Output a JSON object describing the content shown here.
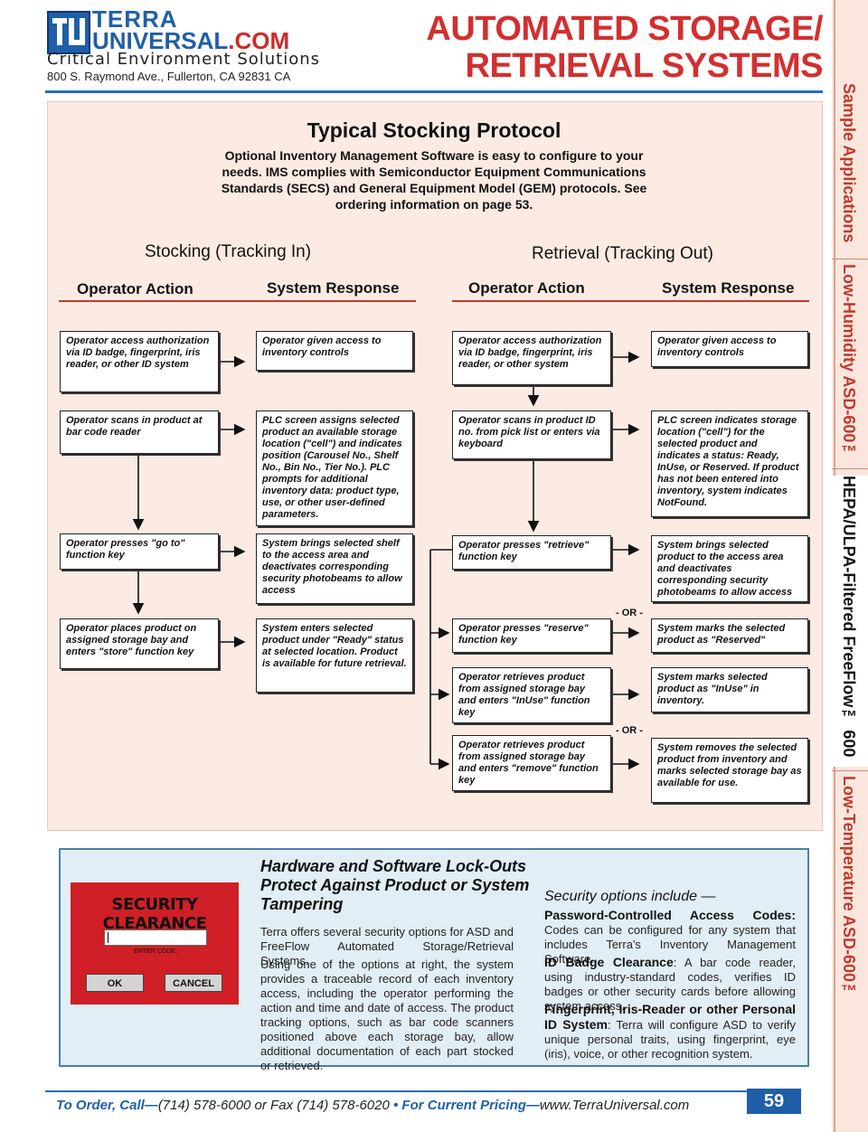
{
  "header": {
    "brand_line1": "TERRA",
    "brand_line2": "UNIVERSAL",
    "brand_dotcom": ".COM",
    "tagline": "Critical Environment Solutions",
    "address": "800 S. Raymond Ave., Fullerton, CA 92831 CA",
    "title_line1": "AUTOMATED STORAGE/",
    "title_line2": "RETRIEVAL SYSTEMS"
  },
  "side_tabs": [
    {
      "label": "Sample Applications",
      "color": "#c0392b"
    },
    {
      "label": "Low-Humidity ASD-600™",
      "color": "#c0392b"
    },
    {
      "label": "HEPA/ULPA-Filtered FreeFlow™ 600",
      "color": "#111111"
    },
    {
      "label": "Low-Temperature ASD-600™",
      "color": "#c0392b"
    }
  ],
  "protocol": {
    "title": "Typical Stocking Protocol",
    "description": "Optional Inventory Management Software is easy to configure to your needs. IMS complies with Semiconductor Equipment Communications Standards (SECS) and General Equipment Model (GEM) protocols. See ordering information on page 53.",
    "stocking_head": "Stocking (Tracking In)",
    "retrieval_head": "Retrieval (Tracking Out)",
    "col_operator": "Operator Action",
    "col_system": "System Response",
    "or_label": "- OR -",
    "stocking_ops": [
      "Operator access authorization via ID badge, fingerprint, iris reader, or other ID system",
      "Operator scans in product at bar code reader",
      "Operator presses \"go to\" function key",
      "Operator places product on assigned storage bay and enters \"store\" function key"
    ],
    "stocking_sys": [
      "Operator given access to inventory controls",
      "PLC screen assigns selected product an available storage location (\"cell\") and indicates position (Carousel No., Shelf No., Bin No., Tier No.). PLC prompts for additional inventory data: product type, use, or other user-defined parameters.",
      "System brings selected shelf to the access area and deactivates corresponding security photobeams to allow access",
      "System enters selected product under \"Ready\" status at selected location. Product is available for future retrieval."
    ],
    "retrieval_ops": [
      "Operator access authorization via ID badge, fingerprint, iris reader, or other system",
      "Operator scans in product ID no. from pick list or enters via keyboard",
      "Operator presses \"retrieve\" function key",
      "Operator presses \"reserve\" function key",
      "Operator retrieves product from assigned storage bay and enters \"InUse\" function key",
      "Operator retrieves product from assigned storage bay and enters \"remove\" function key"
    ],
    "retrieval_sys": [
      "Operator given access to inventory controls",
      "PLC screen indicates storage location (\"cell\") for the selected product and indicates a status: Ready, InUse, or Reserved. If product has not been entered into inventory, system indicates NotFound.",
      "System brings selected product to the access area and deactivates corresponding security photobeams to allow access",
      "System marks the selected product as \"Reserved\"",
      "System marks selected product as \"InUse\" in inventory.",
      "System removes the selected product from inventory and marks selected storage bay as available for use."
    ]
  },
  "security": {
    "widget_title": "SECURITY CLEARANCE",
    "input_label": "ENTER CODE:",
    "ok_label": "OK",
    "cancel_label": "CANCEL",
    "headline": "Hardware and Software Lock-Outs Protect Against Product or System Tampering",
    "para1": "Terra offers several security options for ASD and FreeFlow Automated Storage/Retrieval Systems.",
    "para2": "Using one of the options at right, the system provides a traceable record of each inventory access, including the operator performing the action and time and date of access. The product tracking options, such as bar code scanners positioned above each storage bay, allow additional documentation of each part stocked or retrieved.",
    "options_head": "Security options include —",
    "options": [
      {
        "name": "Password-Controlled Access Codes:",
        "text": " Codes can be configured for any system that includes Terra's Inventory Management Software."
      },
      {
        "name": "ID Badge Clearance",
        "text": ": A bar code reader, using industry-standard codes, verifies ID badges or other security cards before allowing system access."
      },
      {
        "name": "Fingerprint, Iris-Reader or other Personal ID System",
        "text": ": Terra will configure ASD to verify unique personal traits, using fingerprint, eye (iris), voice, or other recognition system."
      }
    ]
  },
  "footer": {
    "order_label": "To Order, Call—",
    "order_text": "(714) 578-6000 or Fax (714) 578-6020",
    "bullet": " • ",
    "pricing_label": "For Current Pricing—",
    "pricing_text": "www.TerraUniversal.com",
    "page_number": "59"
  },
  "colors": {
    "brand_blue": "#1f5fa8",
    "title_red": "#d32f2f",
    "panel_pink": "#fcebe3",
    "security_red": "#d01f26"
  }
}
